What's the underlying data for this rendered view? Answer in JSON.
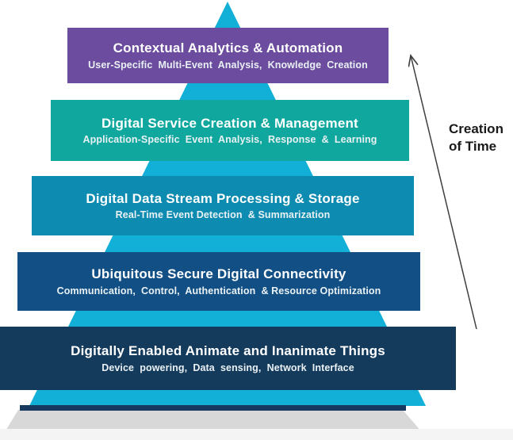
{
  "diagram": {
    "arrow_label": "Creation of Time",
    "layers": [
      {
        "title": "Contextual Analytics & Automation",
        "subtitle": "User-Specific  Multi-Event  Analysis,  Knowledge  Creation",
        "color": "#6b4c9e"
      },
      {
        "title": "Digital Service Creation & Management",
        "subtitle": "Application-Specific  Event  Analysis,  Response  &  Learning",
        "color": "#10a89e"
      },
      {
        "title": "Digital Data Stream Processing & Storage",
        "subtitle": "Real-Time Event Detection  & Summarization",
        "color": "#0e8bb0"
      },
      {
        "title": "Ubiquitous Secure Digital Connectivity",
        "subtitle": "Communication,  Control,  Authentication  & Resource Optimization",
        "color": "#124f85"
      },
      {
        "title": "Digitally Enabled Animate and Inanimate Things",
        "subtitle": "Device  powering,  Data  sensing,  Network  Interface",
        "color": "#143a5c"
      }
    ],
    "colors": {
      "pyramid": "#12afd7",
      "base_bar": "#17395f",
      "base_shadow": "#d8d8d8",
      "bottom_strip": "#f4f4f4",
      "arrow": "#3f3f3f"
    }
  }
}
